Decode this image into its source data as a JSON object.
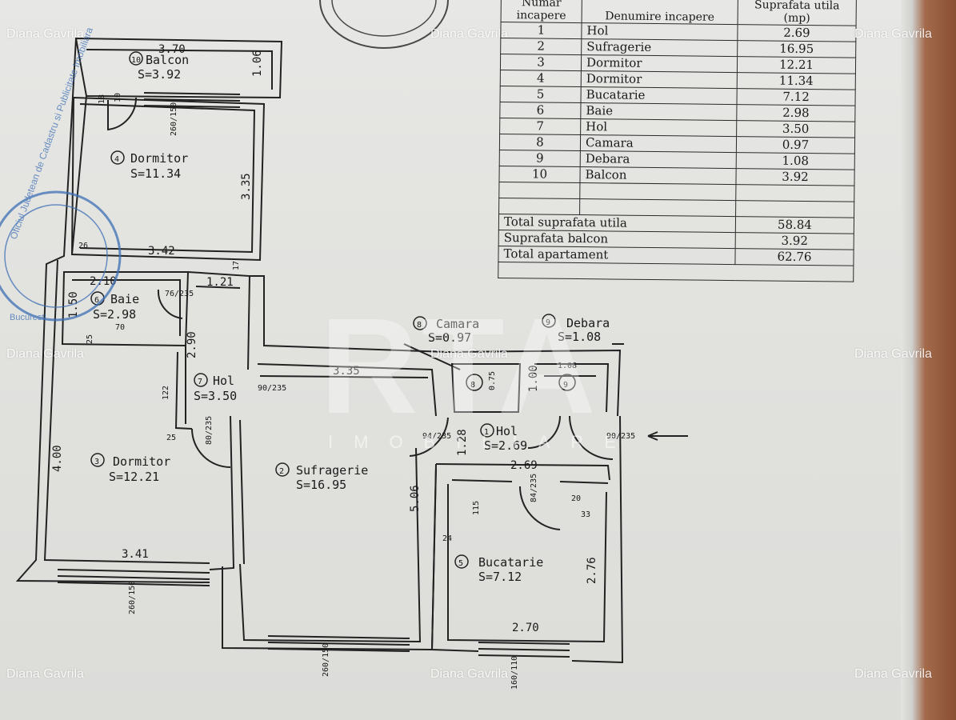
{
  "watermark": {
    "name": "Diana Gavrila",
    "brand_mark": "RTA",
    "brand_sub": "IMOBILIARE"
  },
  "table": {
    "headers": [
      "Numar incapere",
      "Denumire incapere",
      "Suprafata utila (mp)"
    ],
    "rows": [
      {
        "nr": "1",
        "name": "Hol",
        "area": "2.69"
      },
      {
        "nr": "2",
        "name": "Sufragerie",
        "area": "16.95"
      },
      {
        "nr": "3",
        "name": "Dormitor",
        "area": "12.21"
      },
      {
        "nr": "4",
        "name": "Dormitor",
        "area": "11.34"
      },
      {
        "nr": "5",
        "name": "Bucatarie",
        "area": "7.12"
      },
      {
        "nr": "6",
        "name": "Baie",
        "area": "2.98"
      },
      {
        "nr": "7",
        "name": "Hol",
        "area": "3.50"
      },
      {
        "nr": "8",
        "name": "Camara",
        "area": "0.97"
      },
      {
        "nr": "9",
        "name": "Debara",
        "area": "1.08"
      },
      {
        "nr": "10",
        "name": "Balcon",
        "area": "3.92"
      }
    ],
    "totals": [
      {
        "label": "Total suprafata utila",
        "value": "58.84"
      },
      {
        "label": "Suprafata balcon",
        "value": "3.92"
      },
      {
        "label": "Total apartament",
        "value": "62.76"
      }
    ]
  },
  "plan": {
    "rooms": {
      "balcon": {
        "num": "10",
        "name": "Balcon",
        "area": "S=3.92"
      },
      "dormitor4": {
        "num": "4",
        "name": "Dormitor",
        "area": "S=11.34"
      },
      "baie": {
        "num": "6",
        "name": "Baie",
        "area": "S=2.98"
      },
      "hol7": {
        "num": "7",
        "name": "Hol",
        "area": "S=3.50"
      },
      "dormitor3": {
        "num": "3",
        "name": "Dormitor",
        "area": "S=12.21"
      },
      "sufragerie": {
        "num": "2",
        "name": "Sufragerie",
        "area": "S=16.95"
      },
      "camara": {
        "num": "8",
        "name": "Camara",
        "area": "S=0.97"
      },
      "debara": {
        "num": "9",
        "name": "Debara",
        "area": "S=1.08"
      },
      "hol1": {
        "num": "1",
        "name": "Hol",
        "area": "S=2.69"
      },
      "bucatarie": {
        "num": "5",
        "name": "Bucatarie",
        "area": "S=7.12"
      }
    },
    "dims": {
      "d370": "3.70",
      "d106": "1.06",
      "d335a": "3.35",
      "d342": "3.42",
      "d210": "2.10",
      "d121": "1.21",
      "d150": "1.50",
      "d290": "2.90",
      "d335b": "3.35",
      "d400": "4.00",
      "d341": "3.41",
      "d506": "5.06",
      "d128": "1.28",
      "d269": "2.69",
      "d270": "2.70",
      "d276": "2.76",
      "d075": "0.75",
      "d100": "1.00",
      "d108": "1.08"
    },
    "notes": {
      "w260_150": "260/150",
      "d76_235": "76/235",
      "d90_235": "90/235",
      "d94_235": "94/235",
      "d84_235": "84/235",
      "d80_235": "80/235",
      "n70": "70",
      "n25": "25",
      "n122": "122",
      "n115": "115",
      "n24": "24",
      "n20": "20",
      "n33": "33",
      "n17": "17",
      "n26": "26",
      "n10": "10",
      "n18": "18",
      "n160": "160/110"
    },
    "circle_labels": {
      "c8": "8",
      "c9": "9"
    }
  },
  "stamp": {
    "text": "Oficiul Judetean de Cadastru si Publicitate Imobiliara",
    "city": "Bucuresti"
  }
}
